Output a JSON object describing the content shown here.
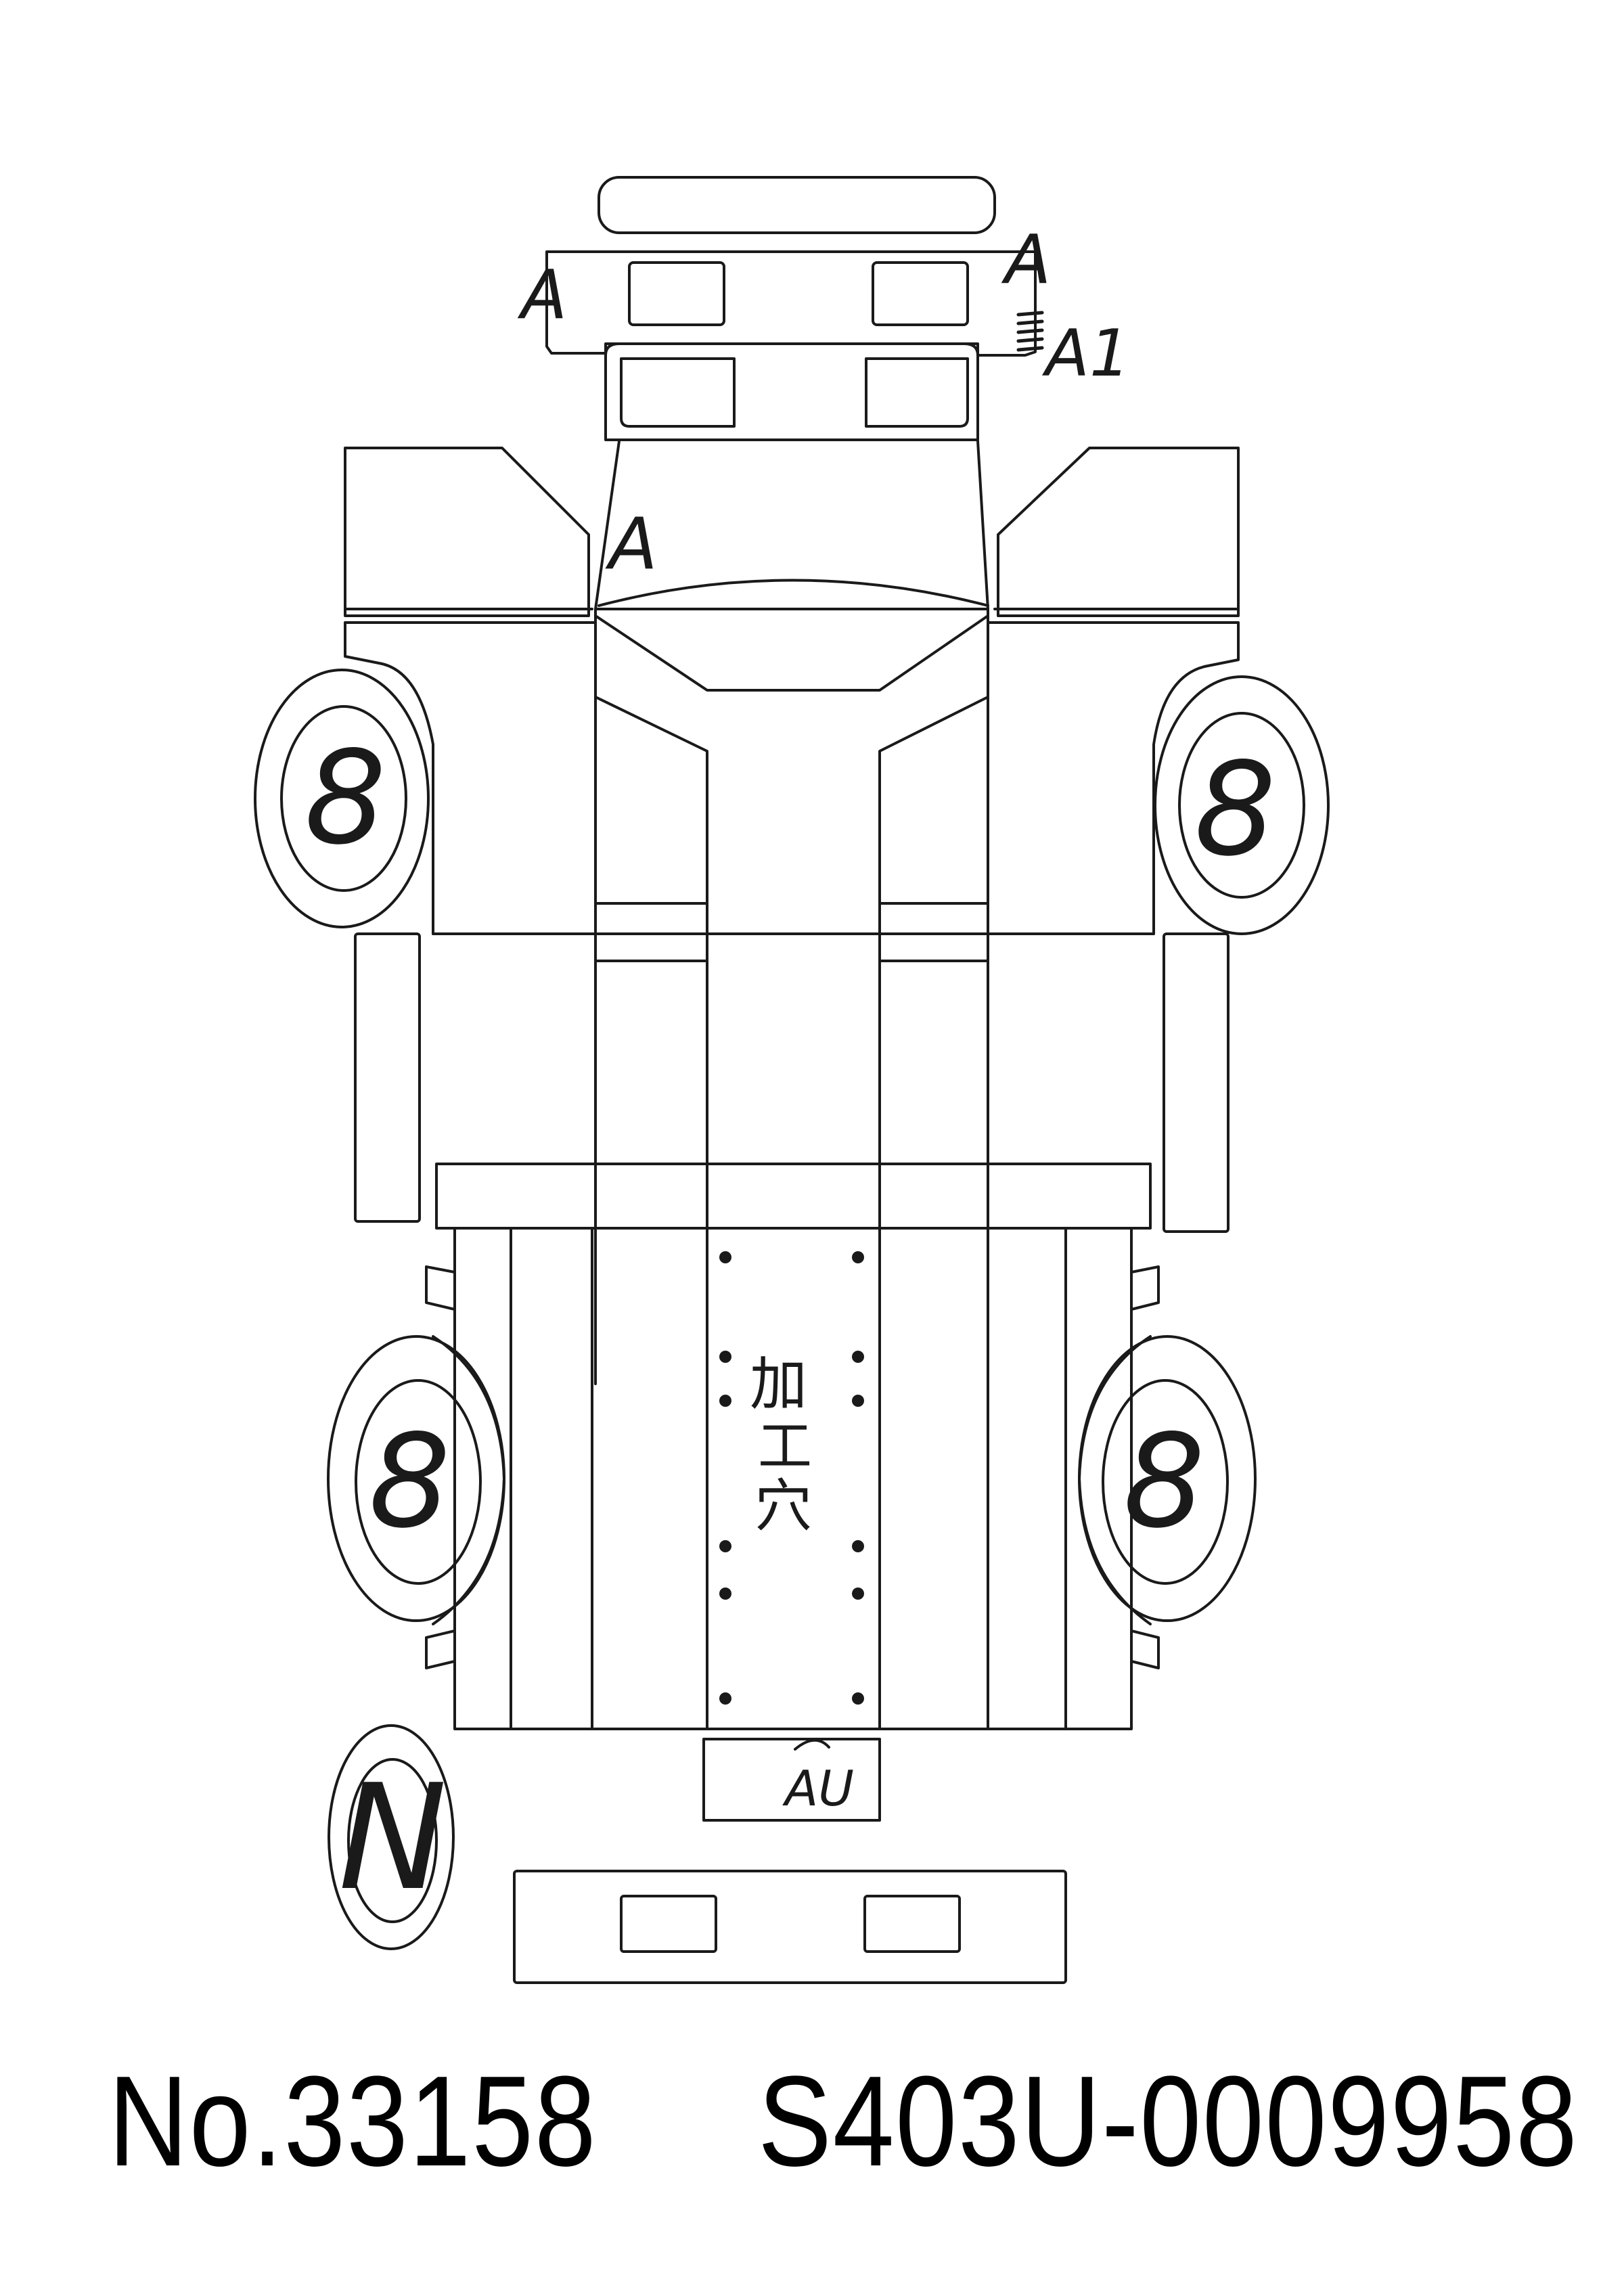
{
  "sheet": {
    "serial_number": "No.33158",
    "chassis_number": "S403U-0009958"
  },
  "marks": {
    "front_bumper_left": "A",
    "front_bumper_right": "A",
    "front_bumper_right_corner": "A1",
    "windshield_pillar": "A",
    "front_left_tire": "8",
    "front_right_tire": "8",
    "rear_left_tire": "8",
    "rear_right_tire": "8",
    "bed_note_line1": "加",
    "bed_note_line2": "工",
    "bed_note_line3": "穴",
    "tailgate_mark": "AU",
    "spare_tire": "N"
  }
}
